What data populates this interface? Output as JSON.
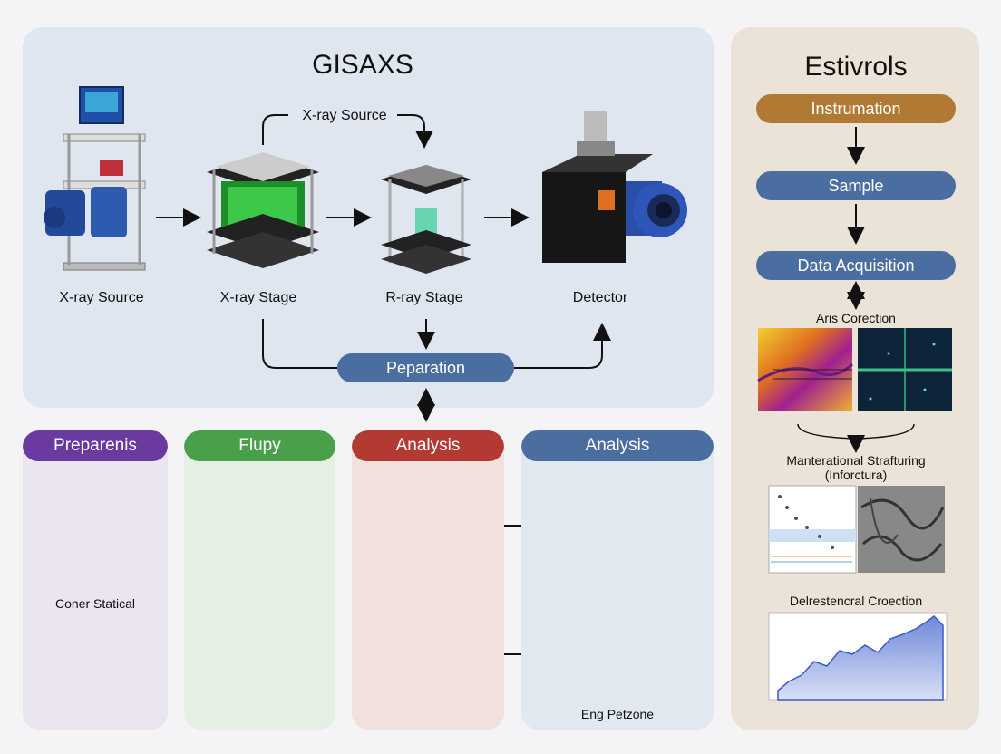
{
  "top": {
    "title": "GISAXS",
    "source_caption": "X-ray Source",
    "stages": [
      "X-ray Source",
      "X-ray Stage",
      "R-ray Stage",
      "Detector"
    ],
    "preparation": "Peparation"
  },
  "right": {
    "title": "Estivrols",
    "steps": [
      "Instrumation",
      "Sample",
      "Data Acquisition"
    ],
    "correction_label": "Aris Corection",
    "structuring_label_line1": "Manterational Strafturing",
    "structuring_label_line2": "(Inforctura)",
    "delta_label": "Delrestencral Croection"
  },
  "bottom": {
    "cards": [
      {
        "title": "Preparenis",
        "color": "#6a3aa0",
        "bg": "#ebe5ef"
      },
      {
        "title": "Flupy",
        "color": "#4aa04a",
        "bg": "#e6efe3"
      },
      {
        "title": "Analysis",
        "color": "#b23a33",
        "bg": "#f1e1df"
      },
      {
        "title": "Analysis",
        "color": "#4b6ea0",
        "bg": "#e2e8f0"
      }
    ],
    "coner_label": "Coner Statical",
    "eng_label": "Eng Petzone"
  },
  "colors": {
    "blue_pill": "#4b6ea0",
    "brown_pill": "#b07a35"
  }
}
